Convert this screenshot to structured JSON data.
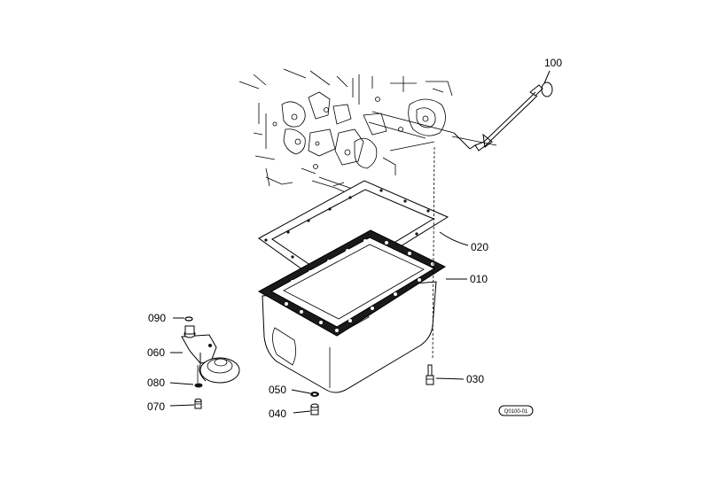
{
  "parts": [
    {
      "id": "oil-pan",
      "number": "010"
    },
    {
      "id": "oil-pan-gasket",
      "number": "020"
    },
    {
      "id": "pan-bolt",
      "number": "030"
    },
    {
      "id": "drain-plug",
      "number": "040"
    },
    {
      "id": "drain-plug-gasket",
      "number": "050"
    },
    {
      "id": "oil-strainer",
      "number": "060"
    },
    {
      "id": "strainer-bolt",
      "number": "070"
    },
    {
      "id": "strainer-washer",
      "number": "080"
    },
    {
      "id": "strainer-o-ring",
      "number": "090"
    },
    {
      "id": "oil-level-gauge",
      "number": "100"
    }
  ],
  "figure_code": "Q0100-01"
}
